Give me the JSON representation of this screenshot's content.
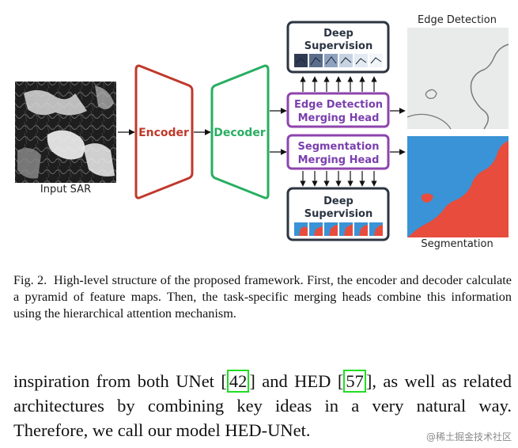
{
  "figure": {
    "input_label": "Input SAR",
    "encoder_label": "Encoder",
    "decoder_label": "Decoder",
    "edge_head": [
      "Edge Detection",
      "Merging Head"
    ],
    "seg_head": [
      "Segmentation",
      "Merging Head"
    ],
    "deep_sup_top": [
      "Deep",
      "Supervision"
    ],
    "deep_sup_bottom": [
      "Deep",
      "Supervision"
    ],
    "edge_output_label": "Edge Detection",
    "seg_output_label": "Segmentation",
    "colors": {
      "encoder": "#c0392b",
      "decoder": "#27ae60",
      "head": "#8e44ad",
      "box": "#2c3542",
      "seg_blue": "#3a93d6",
      "seg_red": "#e74c3c"
    }
  },
  "caption": {
    "prefix": "Fig. 2.",
    "text": "High-level structure of the proposed framework. First, the encoder and decoder calculate a pyramid of feature maps. Then, the task-specific merging heads combine this information using the hierarchical attention mechanism."
  },
  "body": {
    "part1": "inspiration from both UNet ",
    "cite1": "42",
    "part2": " and HED ",
    "cite2": "57",
    "part3": ", as well as related architectures by combining key ideas in a very natural way. Therefore, we call our model HED-UNet."
  },
  "watermark": "@稀土掘金技术社区"
}
